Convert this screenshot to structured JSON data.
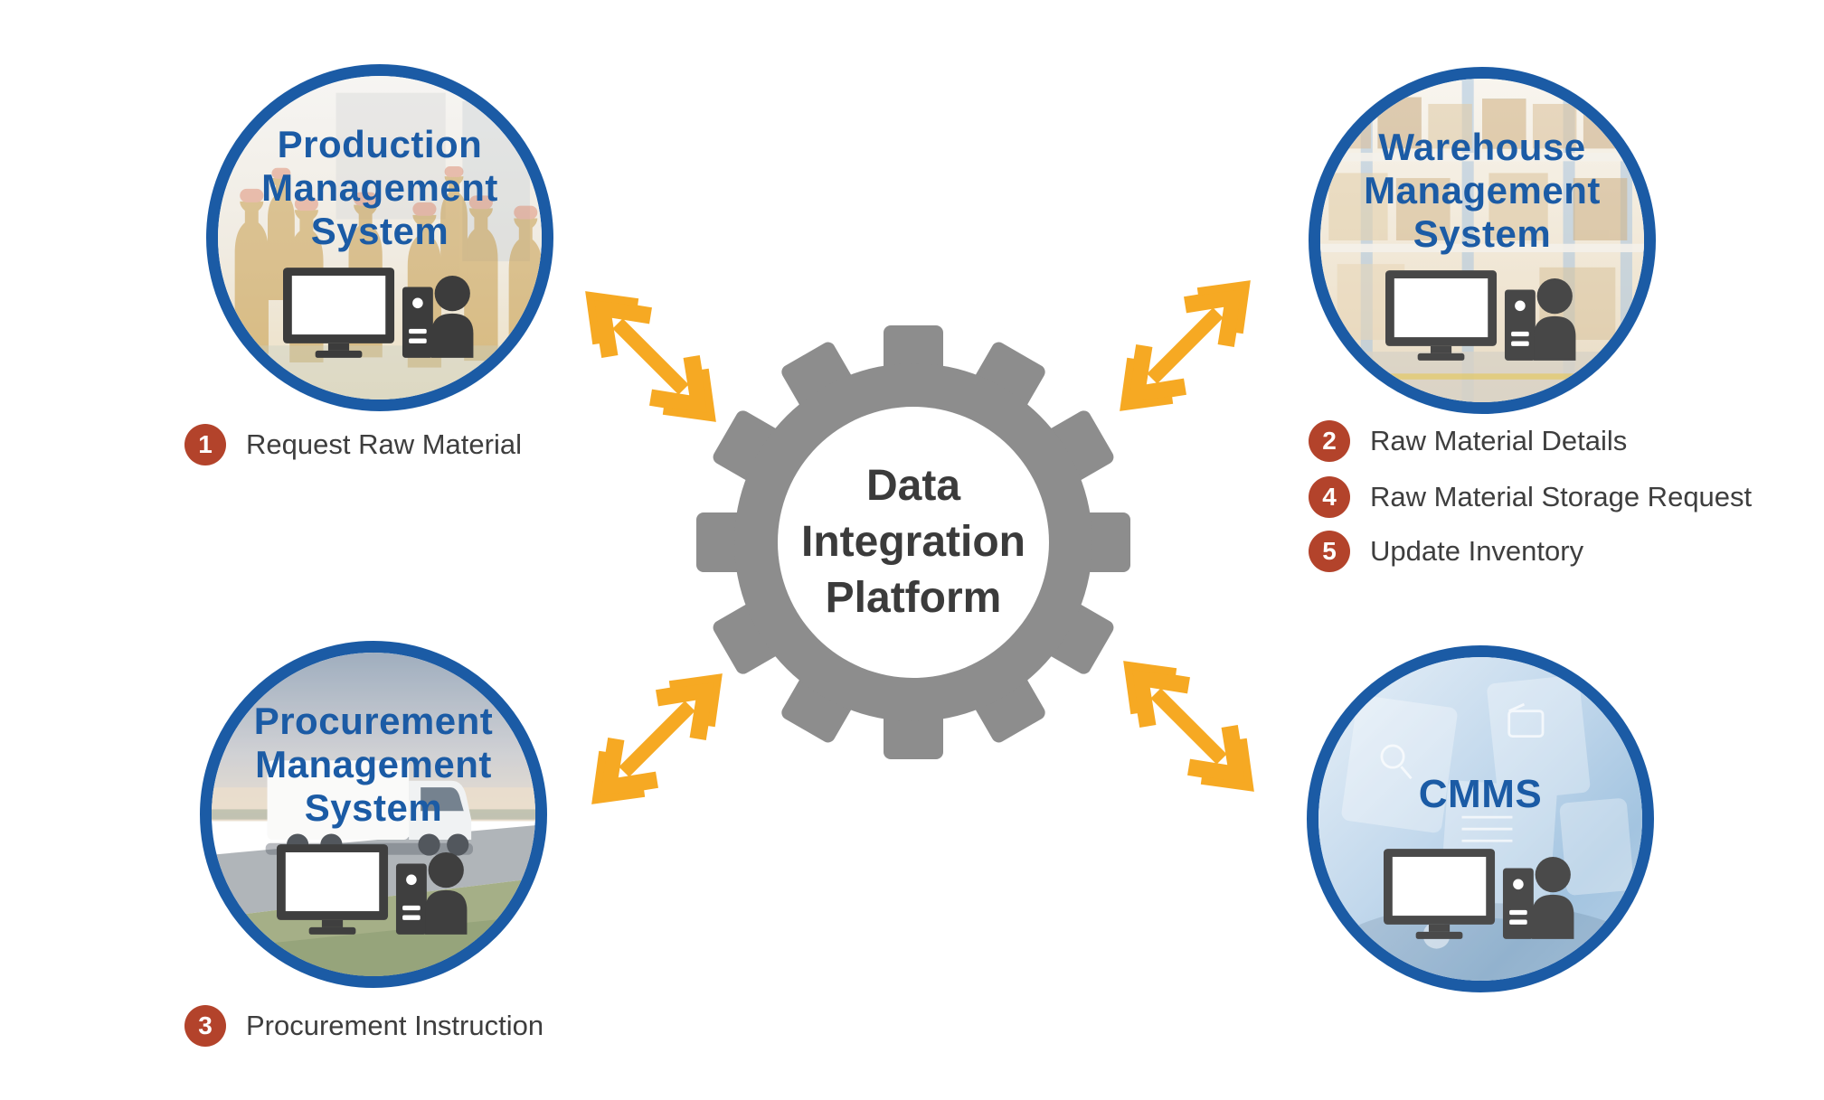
{
  "center": {
    "title": "Data\nIntegration\nPlatform"
  },
  "nodes": [
    {
      "id": "production-management-system",
      "title": "Production\nManagement\nSystem"
    },
    {
      "id": "warehouse-management-system",
      "title": "Warehouse\nManagement\nSystem"
    },
    {
      "id": "procurement-management-system",
      "title": "Procurement\nManagement\nSystem"
    },
    {
      "id": "cmms",
      "title": "CMMS"
    }
  ],
  "annotations": [
    {
      "number": "1",
      "label": "Request Raw Material"
    },
    {
      "number": "2",
      "label": "Raw Material Details"
    },
    {
      "number": "4",
      "label": "Raw Material Storage Request"
    },
    {
      "number": "5",
      "label": "Update Inventory"
    },
    {
      "number": "3",
      "label": "Procurement Instruction"
    }
  ],
  "icons": [
    "gear-icon",
    "double-headed-arrow-icon",
    "computer-workstation-icon",
    "user-icon"
  ],
  "colors": {
    "accent_blue": "#1b5ba5",
    "arrow_orange": "#f6a923",
    "badge_red": "#b3432b",
    "gear_gray": "#8d8d8d",
    "text_dark": "#3b3b3b"
  }
}
